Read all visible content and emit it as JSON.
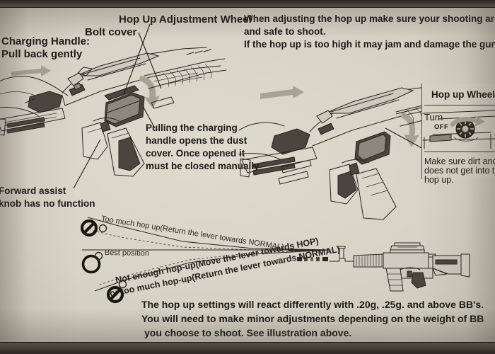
{
  "page": {
    "kind": "airsoft-rifle-manual-photo",
    "background_color": "#d8d3c7",
    "ink_color": "#1b1a18",
    "letterbox_color": "#3f3a35"
  },
  "callouts": {
    "hop_up_wheel": "Hop Up Adjustment Wheel",
    "bolt_cover": "Bolt cover",
    "charging_handle_l1": "Charging Handle:",
    "charging_handle_l2": "Pull back gently",
    "dust_cover_l1": "Pulling the charging",
    "dust_cover_l2": "handle opens the dust",
    "dust_cover_l3": "cover. Once opened it",
    "dust_cover_l4": "must be closed manually",
    "forward_assist_l1": "Forward assist",
    "forward_assist_l2": "knob has no function"
  },
  "top_note": {
    "line1": "When adjusting the hop up make sure your shooting area is cl",
    "line2": "and safe to shoot.",
    "line3": "If the hop up is too high it may jam and damage the gun."
  },
  "inset": {
    "title": "Hop up Wheel",
    "turn_label": "Turn",
    "off_label": "OFF",
    "note_l1": "Make sure dirt and d",
    "note_l2": "does not get into the",
    "note_l3": "hop up."
  },
  "trajectory": {
    "too_much": "Too much hop up(Return the lever towards NORMAL)",
    "best": "Best position",
    "not_enough_l1": "Not enough hop-up(Move the lever towards HOP)",
    "not_enough_l2": "or too much hop-up(Return the lever towards NORMAL)",
    "marker_bad_top": "prohibited-symbol",
    "marker_ok": "open-circle-symbol",
    "marker_bad_bottom": "prohibited-symbol"
  },
  "bottom_note": {
    "line1": "The hop up settings will react differently with .20g, .25g. and above BB's.",
    "line2": "You will need to make minor adjustments depending on the weight of BB",
    "line3": "you choose to shoot. See illustration above."
  }
}
